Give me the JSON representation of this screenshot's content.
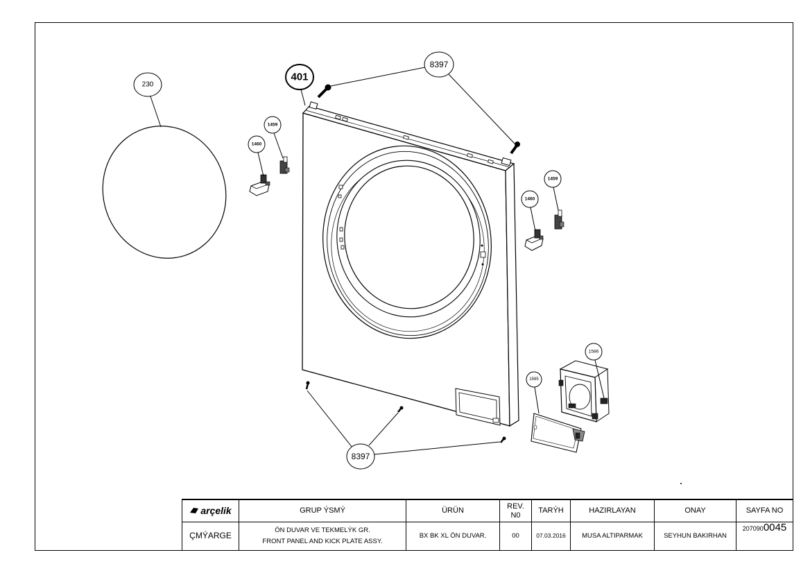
{
  "callouts": [
    {
      "label": "230"
    },
    {
      "label": "401"
    },
    {
      "label": "8397"
    },
    {
      "label": "1459"
    },
    {
      "label": "1460"
    },
    {
      "label": "1459"
    },
    {
      "label": "1460"
    },
    {
      "label": "1586"
    },
    {
      "label": "1585"
    },
    {
      "label": "8397"
    }
  ],
  "title_block": {
    "logo": "arçelik",
    "company": "ÇMÝARGE",
    "headers": {
      "group_name": "GRUP ÝSMÝ",
      "product": "ÜRÜN",
      "rev_line1": "REV.",
      "rev_line2": "N0",
      "date": "TARÝH",
      "prepared_by": "HAZIRLAYAN",
      "approved": "ONAY",
      "page_no": "SAYFA NO"
    },
    "values": {
      "group_name_tr": "ÖN DUVAR VE TEKMELÝK GR.",
      "group_name_en": "FRONT PANEL AND KICK PLATE ASSY.",
      "product": "BX BK XL ÖN DUVAR.",
      "rev": "00",
      "date": "07.03.2016",
      "prepared_by": "MUSA ALTIPARMAK",
      "approved": "SEYHUN BAKIRHAN",
      "page_no_prefix": "207090",
      "page_no_suffix": "0045"
    }
  }
}
